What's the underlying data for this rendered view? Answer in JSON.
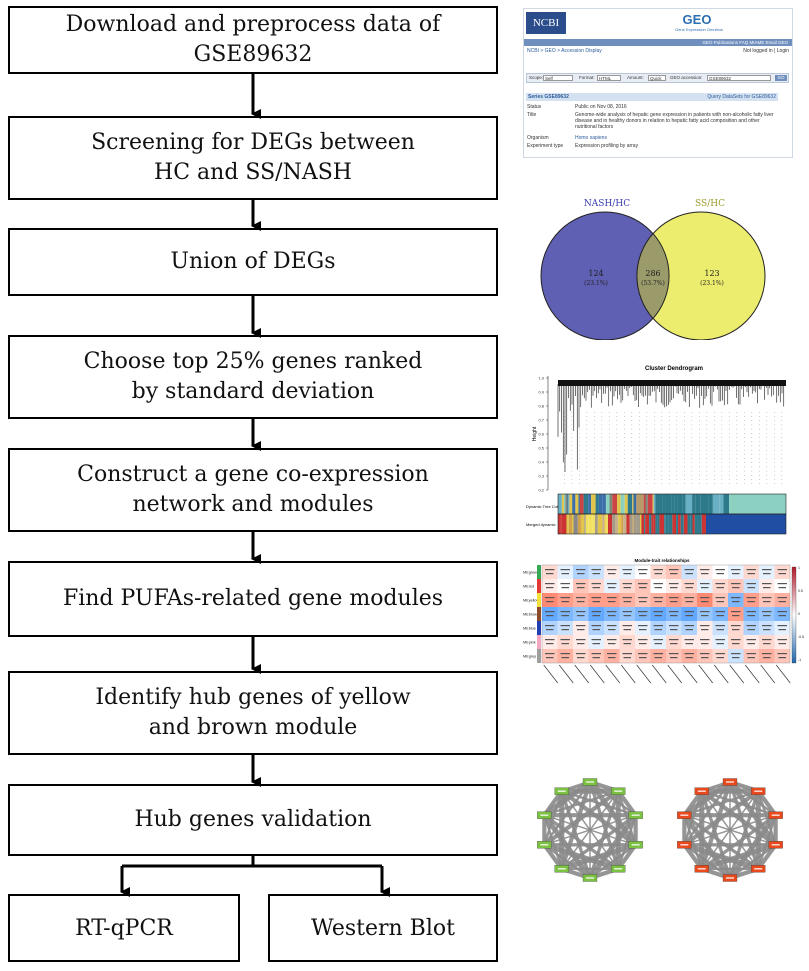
{
  "steps": [
    {
      "lines": [
        "Download and preprocess data of GSE89632"
      ]
    },
    {
      "lines": [
        "Screening for DEGs between",
        "HC and SS/NASH"
      ]
    },
    {
      "lines": [
        "Union of DEGs"
      ]
    },
    {
      "lines": [
        "Choose top 25% genes ranked",
        "by standard deviation"
      ]
    },
    {
      "lines": [
        "Construct a gene co-expression",
        "network and modules"
      ]
    },
    {
      "lines": [
        "Find PUFAs-related gene modules"
      ]
    },
    {
      "lines": [
        "Identify hub genes of  yellow",
        "and brown module"
      ]
    },
    {
      "lines": [
        "Hub genes validation"
      ]
    }
  ],
  "leaves": [
    "RT-qPCR",
    "Western Blot"
  ],
  "geo": {
    "ncbi_logo": "NCBI",
    "geo_logo": "GEO",
    "geo_sub": "Gene Expression Omnibus",
    "top_links": "GEO Publications    FAQ    MIAME    Email GEO",
    "breadcrumb": "NCBI > GEO > Accession Display",
    "login": "Not logged in | Login",
    "scope_label": "Scope:",
    "scope_value": "Self",
    "format_label": "Format:",
    "format_value": "HTML",
    "amount_label": "Amount:",
    "amount_value": "Quick",
    "accession_label": "GEO accession:",
    "accession_value": "GSE89632",
    "go_button": "GO",
    "series": "Series GSE89632",
    "query_link": "Query DataSets for GSE89632",
    "rows": [
      {
        "k": "Status",
        "v": "Public on Nov 08, 2016"
      },
      {
        "k": "Title",
        "v": "Genome-wide analysis of hepatic gene expression in patients with non-alcoholic fatty liver disease and in healthy donors in relation to hepatic fatty acid composition and other nutritional factors"
      },
      {
        "k": "Organism",
        "v": "Homo sapiens"
      },
      {
        "k": "Experiment type",
        "v": "Expression profiling by array"
      }
    ]
  },
  "venn": {
    "left_label": "NASH/HC",
    "right_label": "SS/HC",
    "left_count": "124",
    "left_pct": "(23.1%)",
    "overlap_count": "286",
    "overlap_pct": "(53.7%)",
    "right_count": "123",
    "right_pct": "(23.1%)",
    "left_color": "#5f5fb3",
    "right_color": "#ecec6e"
  },
  "dendro": {
    "title": "Cluster Dendrogram",
    "ylabel": "Height",
    "yticks": [
      "1.0",
      "0.9",
      "0.8",
      "0.7",
      "0.6",
      "0.5",
      "0.4",
      "0.3",
      "0.2"
    ],
    "row1": "Dynamic Tree Cut",
    "row2": "Merged dynamic"
  },
  "heatmap": {
    "title": "Module-trait relationships",
    "modules": [
      "MEgreen",
      "MEred",
      "MEyellow",
      "MEbrown",
      "MEblue",
      "MEpink",
      "MEgrey"
    ],
    "module_colors": [
      "#34a853",
      "#e53935",
      "#f4e23c",
      "#8b4a2b",
      "#1f3fb2",
      "#f4a7c0",
      "#9e9e9e"
    ],
    "legend_ticks": [
      "1",
      "0.5",
      "0",
      "-0.5",
      "-1"
    ]
  },
  "networks": {
    "left_color": "#7cc242",
    "right_color": "#e8491d"
  }
}
